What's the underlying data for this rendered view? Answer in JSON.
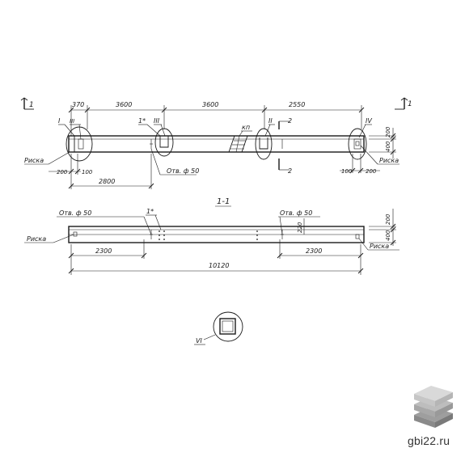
{
  "section_marks": {
    "left": "1",
    "right": "1",
    "cut2_top": "2",
    "cut2_bottom": "2"
  },
  "plan": {
    "top_dims": [
      "370",
      "3600",
      "3600",
      "2550"
    ],
    "nodes": {
      "I": "I",
      "III": "III",
      "II": "II",
      "IV": "IV",
      "one_star": "1*"
    },
    "kp": "кп",
    "right_dims": [
      "200",
      "400"
    ],
    "bottom_dims": {
      "d200_left": "200",
      "d100_left": "100",
      "d2800": "2800",
      "d100_right": "100",
      "d200_right": "200"
    },
    "riska_left": "Риска",
    "riska_right": "Риска",
    "hole": "Отв. ф 50"
  },
  "section": {
    "title": "1-1",
    "hole_left": "Отв. ф 50",
    "hole_right": "Отв. ф 50",
    "one_star": "1*",
    "right_dims": [
      "200",
      "400"
    ],
    "d220": "220",
    "riska_left": "Риска",
    "riska_right": "Риска",
    "dim_left": "2300",
    "dim_right": "2300",
    "dim_total": "10120"
  },
  "detail": {
    "label": "VI"
  },
  "logo": {
    "site": "gbi22.ru",
    "colors": [
      "#d9d9d9",
      "#bdbdbd",
      "#9e9e9e"
    ]
  }
}
